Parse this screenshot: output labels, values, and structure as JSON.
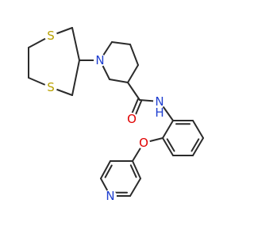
{
  "molecule": {
    "atoms": [
      {
        "id": "S1",
        "label": "S",
        "color": "#b8a000"
      },
      {
        "id": "S2",
        "label": "S",
        "color": "#b8a000"
      },
      {
        "id": "N_pip",
        "label": "N",
        "color": "#1f3fd0"
      },
      {
        "id": "O_carbonyl",
        "label": "O",
        "color": "#e00000"
      },
      {
        "id": "NH",
        "label": "N",
        "color": "#1f3fd0"
      },
      {
        "id": "H_amide",
        "label": "H",
        "color": "#1f3fd0"
      },
      {
        "id": "O_ether",
        "label": "O",
        "color": "#e00000"
      },
      {
        "id": "N_pyr",
        "label": "N",
        "color": "#1f3fd0"
      }
    ]
  }
}
